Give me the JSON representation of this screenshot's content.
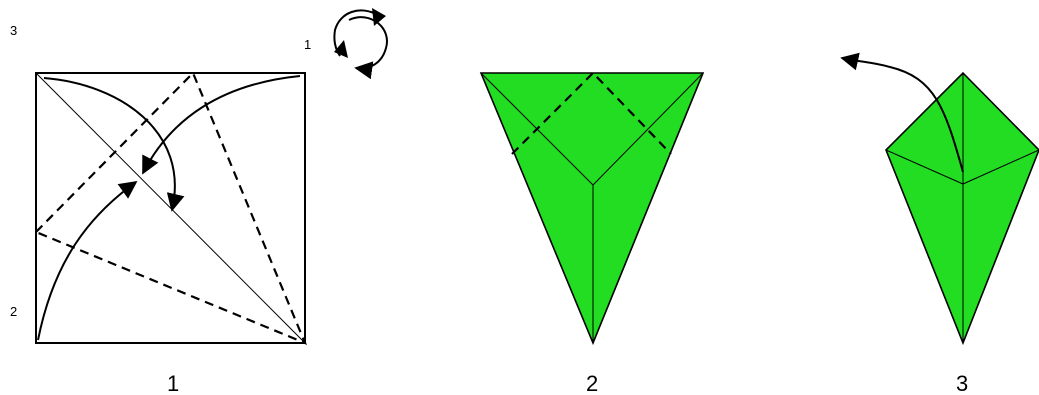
{
  "colors": {
    "paper": "#22dd22",
    "ink": "#000000",
    "background": "#ffffff"
  },
  "diagram1": {
    "corner_labels": {
      "top_left": "3",
      "rotate": "1",
      "bottom_left": "2"
    },
    "step_label": "1"
  },
  "diagram2": {
    "step_label": "2"
  },
  "diagram3": {
    "step_label": "3"
  }
}
